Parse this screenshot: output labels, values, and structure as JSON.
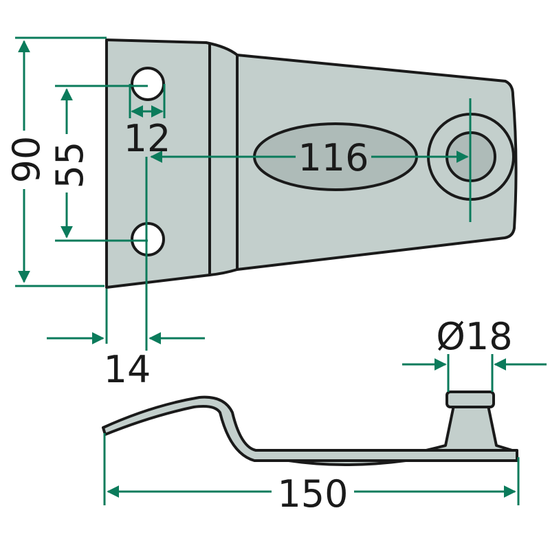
{
  "dimensions": {
    "height_total": "90",
    "hole_spacing": "55",
    "hole_diameter": "12",
    "hole_to_pin_distance": "116",
    "edge_to_hole": "14",
    "pin_diameter": "Ø18",
    "length_total": "150"
  },
  "colors": {
    "part_fill": "#c3cfcc",
    "dimension": "#0b7b5b",
    "outline": "#1a1a1a"
  }
}
